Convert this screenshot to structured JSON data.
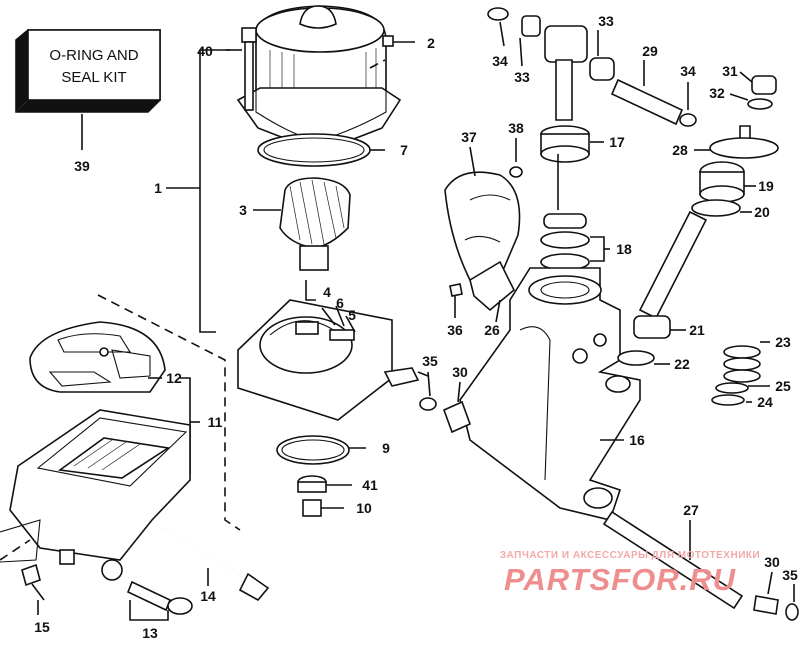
{
  "kit_box": {
    "line1": "O-RING AND",
    "line2": "SEAL KIT"
  },
  "callouts": [
    {
      "id": "c1",
      "label": "1"
    },
    {
      "id": "c2",
      "label": "2"
    },
    {
      "id": "c3",
      "label": "3"
    },
    {
      "id": "c4",
      "label": "4"
    },
    {
      "id": "c5",
      "label": "5"
    },
    {
      "id": "c6",
      "label": "6"
    },
    {
      "id": "c7",
      "label": "7"
    },
    {
      "id": "c9",
      "label": "9"
    },
    {
      "id": "c10",
      "label": "10"
    },
    {
      "id": "c11",
      "label": "11"
    },
    {
      "id": "c12",
      "label": "12"
    },
    {
      "id": "c13",
      "label": "13"
    },
    {
      "id": "c14",
      "label": "14"
    },
    {
      "id": "c15",
      "label": "15"
    },
    {
      "id": "c16",
      "label": "16"
    },
    {
      "id": "c17",
      "label": "17"
    },
    {
      "id": "c18",
      "label": "18"
    },
    {
      "id": "c19",
      "label": "19"
    },
    {
      "id": "c20",
      "label": "20"
    },
    {
      "id": "c21",
      "label": "21"
    },
    {
      "id": "c22",
      "label": "22"
    },
    {
      "id": "c23",
      "label": "23"
    },
    {
      "id": "c24",
      "label": "24"
    },
    {
      "id": "c25",
      "label": "25"
    },
    {
      "id": "c26",
      "label": "26"
    },
    {
      "id": "c27",
      "label": "27"
    },
    {
      "id": "c28",
      "label": "28"
    },
    {
      "id": "c29",
      "label": "29"
    },
    {
      "id": "c30a",
      "label": "30"
    },
    {
      "id": "c30b",
      "label": "30"
    },
    {
      "id": "c31",
      "label": "31"
    },
    {
      "id": "c32",
      "label": "32"
    },
    {
      "id": "c33a",
      "label": "33"
    },
    {
      "id": "c33b",
      "label": "33"
    },
    {
      "id": "c34a",
      "label": "34"
    },
    {
      "id": "c34b",
      "label": "34"
    },
    {
      "id": "c35a",
      "label": "35"
    },
    {
      "id": "c35b",
      "label": "35"
    },
    {
      "id": "c36",
      "label": "36"
    },
    {
      "id": "c37",
      "label": "37"
    },
    {
      "id": "c38",
      "label": "38"
    },
    {
      "id": "c39",
      "label": "39"
    },
    {
      "id": "c40",
      "label": "40"
    },
    {
      "id": "c41",
      "label": "41"
    }
  ],
  "watermark": {
    "tagline": "ЗАПЧАСТИ И АКСЕССУАРЫ ДЛЯ МОТОТЕХНИКИ",
    "brand": "PARTSFOR.RU",
    "brand_color": "#ef8e8e"
  }
}
